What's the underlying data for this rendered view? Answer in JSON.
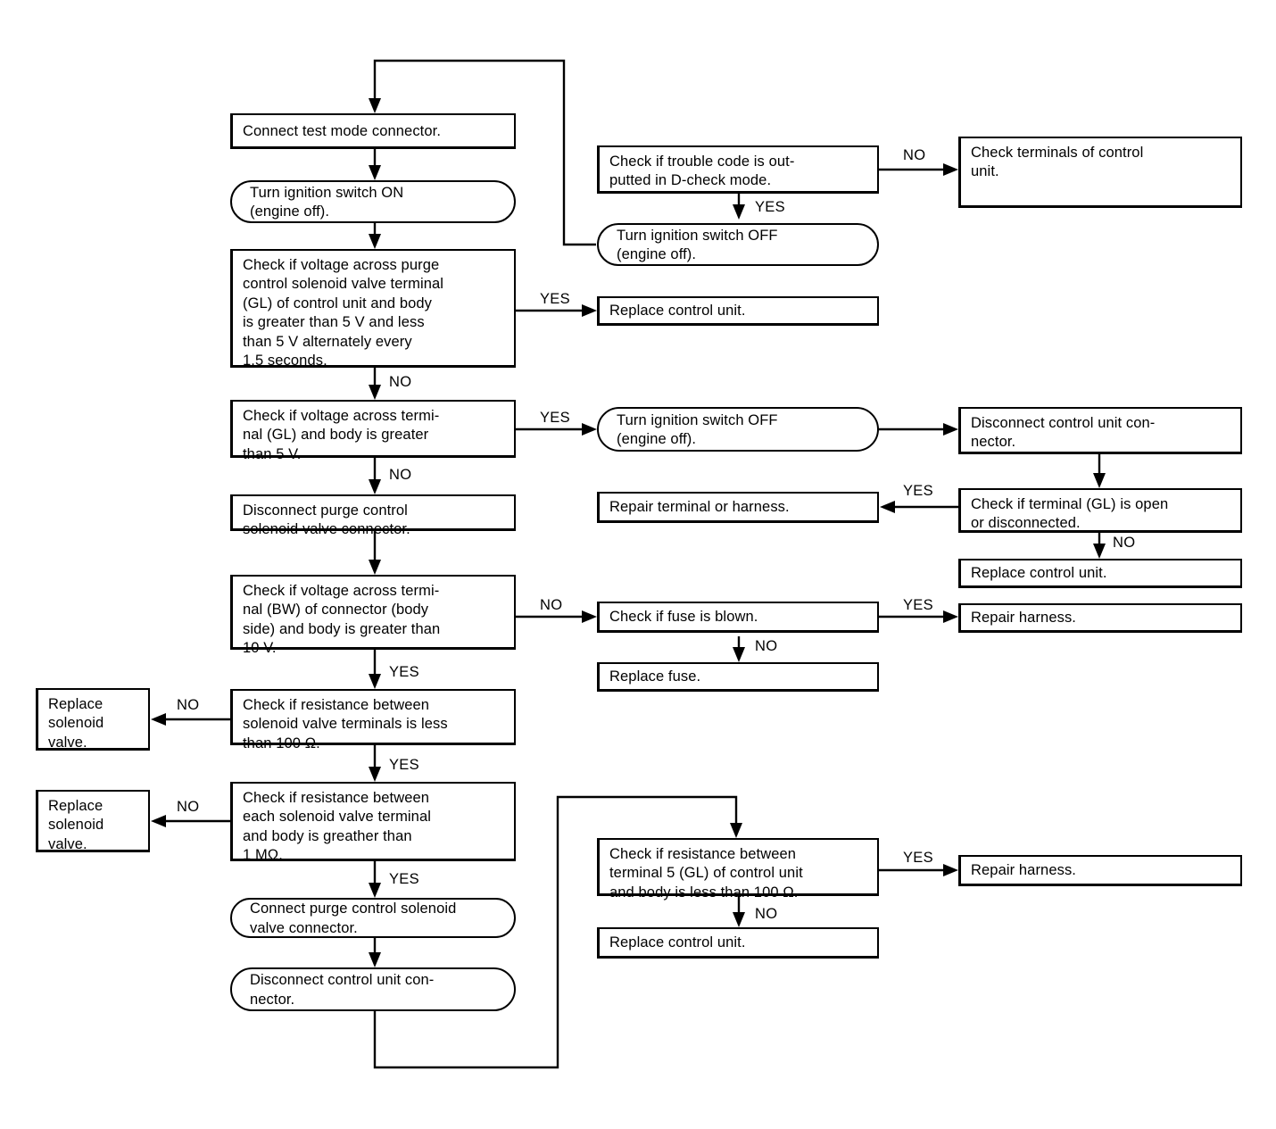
{
  "diagram": {
    "title": "Purge control solenoid valve diagnostic flow chart",
    "type": "flowchart",
    "edge_labels": {
      "yes": "YES",
      "no": "NO"
    },
    "nodes": [
      {
        "id": "n1",
        "shape": "box",
        "text": "Connect test mode connector."
      },
      {
        "id": "n2",
        "shape": "pill",
        "text": "Turn ignition switch ON\n(engine off)."
      },
      {
        "id": "n3",
        "shape": "box",
        "text": "Check if voltage across purge\ncontrol solenoid valve terminal\n(GL) of control unit and body\nis greater than 5 V and less\nthan 5 V alternately every\n1.5 seconds."
      },
      {
        "id": "n4",
        "shape": "box",
        "text": "Check if voltage across termi-\nnal (GL) and body is greater\nthan 5 V."
      },
      {
        "id": "n5",
        "shape": "box",
        "text": "Disconnect purge control\nsolenoid valve connector."
      },
      {
        "id": "n6",
        "shape": "box",
        "text": "Check if voltage across termi-\nnal (BW) of connector (body\nside) and body is greater than\n10 V."
      },
      {
        "id": "n7",
        "shape": "box",
        "text": "Check if resistance between\nsolenoid valve terminals is less\nthan 100 Ω."
      },
      {
        "id": "n8",
        "shape": "box",
        "text": "Check if resistance between\neach solenoid valve terminal\nand body is greather than\n1 MΩ."
      },
      {
        "id": "n9",
        "shape": "pill",
        "text": "Connect purge control solenoid\nvalve connector."
      },
      {
        "id": "n10",
        "shape": "pill",
        "text": "Disconnect control unit con-\nnector."
      },
      {
        "id": "n11",
        "shape": "box",
        "text": "Check if trouble code is out-\nputted in D-check mode."
      },
      {
        "id": "n12",
        "shape": "box",
        "text": "Check terminals of control\nunit."
      },
      {
        "id": "n13",
        "shape": "pill",
        "text": "Turn ignition switch OFF\n(engine off)."
      },
      {
        "id": "n14",
        "shape": "box",
        "text": "Replace control unit."
      },
      {
        "id": "n15",
        "shape": "pill",
        "text": "Turn ignition switch OFF\n(engine off)."
      },
      {
        "id": "n16",
        "shape": "box",
        "text": "Disconnect control unit con-\nnector."
      },
      {
        "id": "n17",
        "shape": "box",
        "text": "Repair terminal or harness."
      },
      {
        "id": "n18",
        "shape": "box",
        "text": "Check if terminal (GL) is open\nor disconnected."
      },
      {
        "id": "n19",
        "shape": "box",
        "text": "Replace control unit."
      },
      {
        "id": "n20",
        "shape": "box",
        "text": "Check if fuse is blown."
      },
      {
        "id": "n21",
        "shape": "box",
        "text": "Repair harness."
      },
      {
        "id": "n22",
        "shape": "box",
        "text": "Replace fuse."
      },
      {
        "id": "n23",
        "shape": "box",
        "text": "Replace\nsolenoid\nvalve."
      },
      {
        "id": "n24",
        "shape": "box",
        "text": "Replace\nsolenoid\nvalve."
      },
      {
        "id": "n25",
        "shape": "box",
        "text": "Check if resistance between\nterminal 5 (GL) of control unit\nand body is less than 100 Ω."
      },
      {
        "id": "n26",
        "shape": "box",
        "text": "Repair harness."
      },
      {
        "id": "n27",
        "shape": "box",
        "text": "Replace control unit."
      }
    ],
    "labels": [
      {
        "id": "l1",
        "text": "YES"
      },
      {
        "id": "l2",
        "text": "NO"
      },
      {
        "id": "l3",
        "text": "YES"
      },
      {
        "id": "l4",
        "text": "NO"
      },
      {
        "id": "l5",
        "text": "NO"
      },
      {
        "id": "l6",
        "text": "YES"
      },
      {
        "id": "l7",
        "text": "YES"
      },
      {
        "id": "l8",
        "text": "NO"
      },
      {
        "id": "l9",
        "text": "NO"
      },
      {
        "id": "l10",
        "text": "NO"
      },
      {
        "id": "l11",
        "text": "YES"
      },
      {
        "id": "l12",
        "text": "YES"
      },
      {
        "id": "l13",
        "text": "NO"
      },
      {
        "id": "l14",
        "text": "YES"
      },
      {
        "id": "l15",
        "text": "NO"
      },
      {
        "id": "l16",
        "text": "YES"
      },
      {
        "id": "l17",
        "text": "NO"
      },
      {
        "id": "l18",
        "text": "YES"
      }
    ]
  }
}
